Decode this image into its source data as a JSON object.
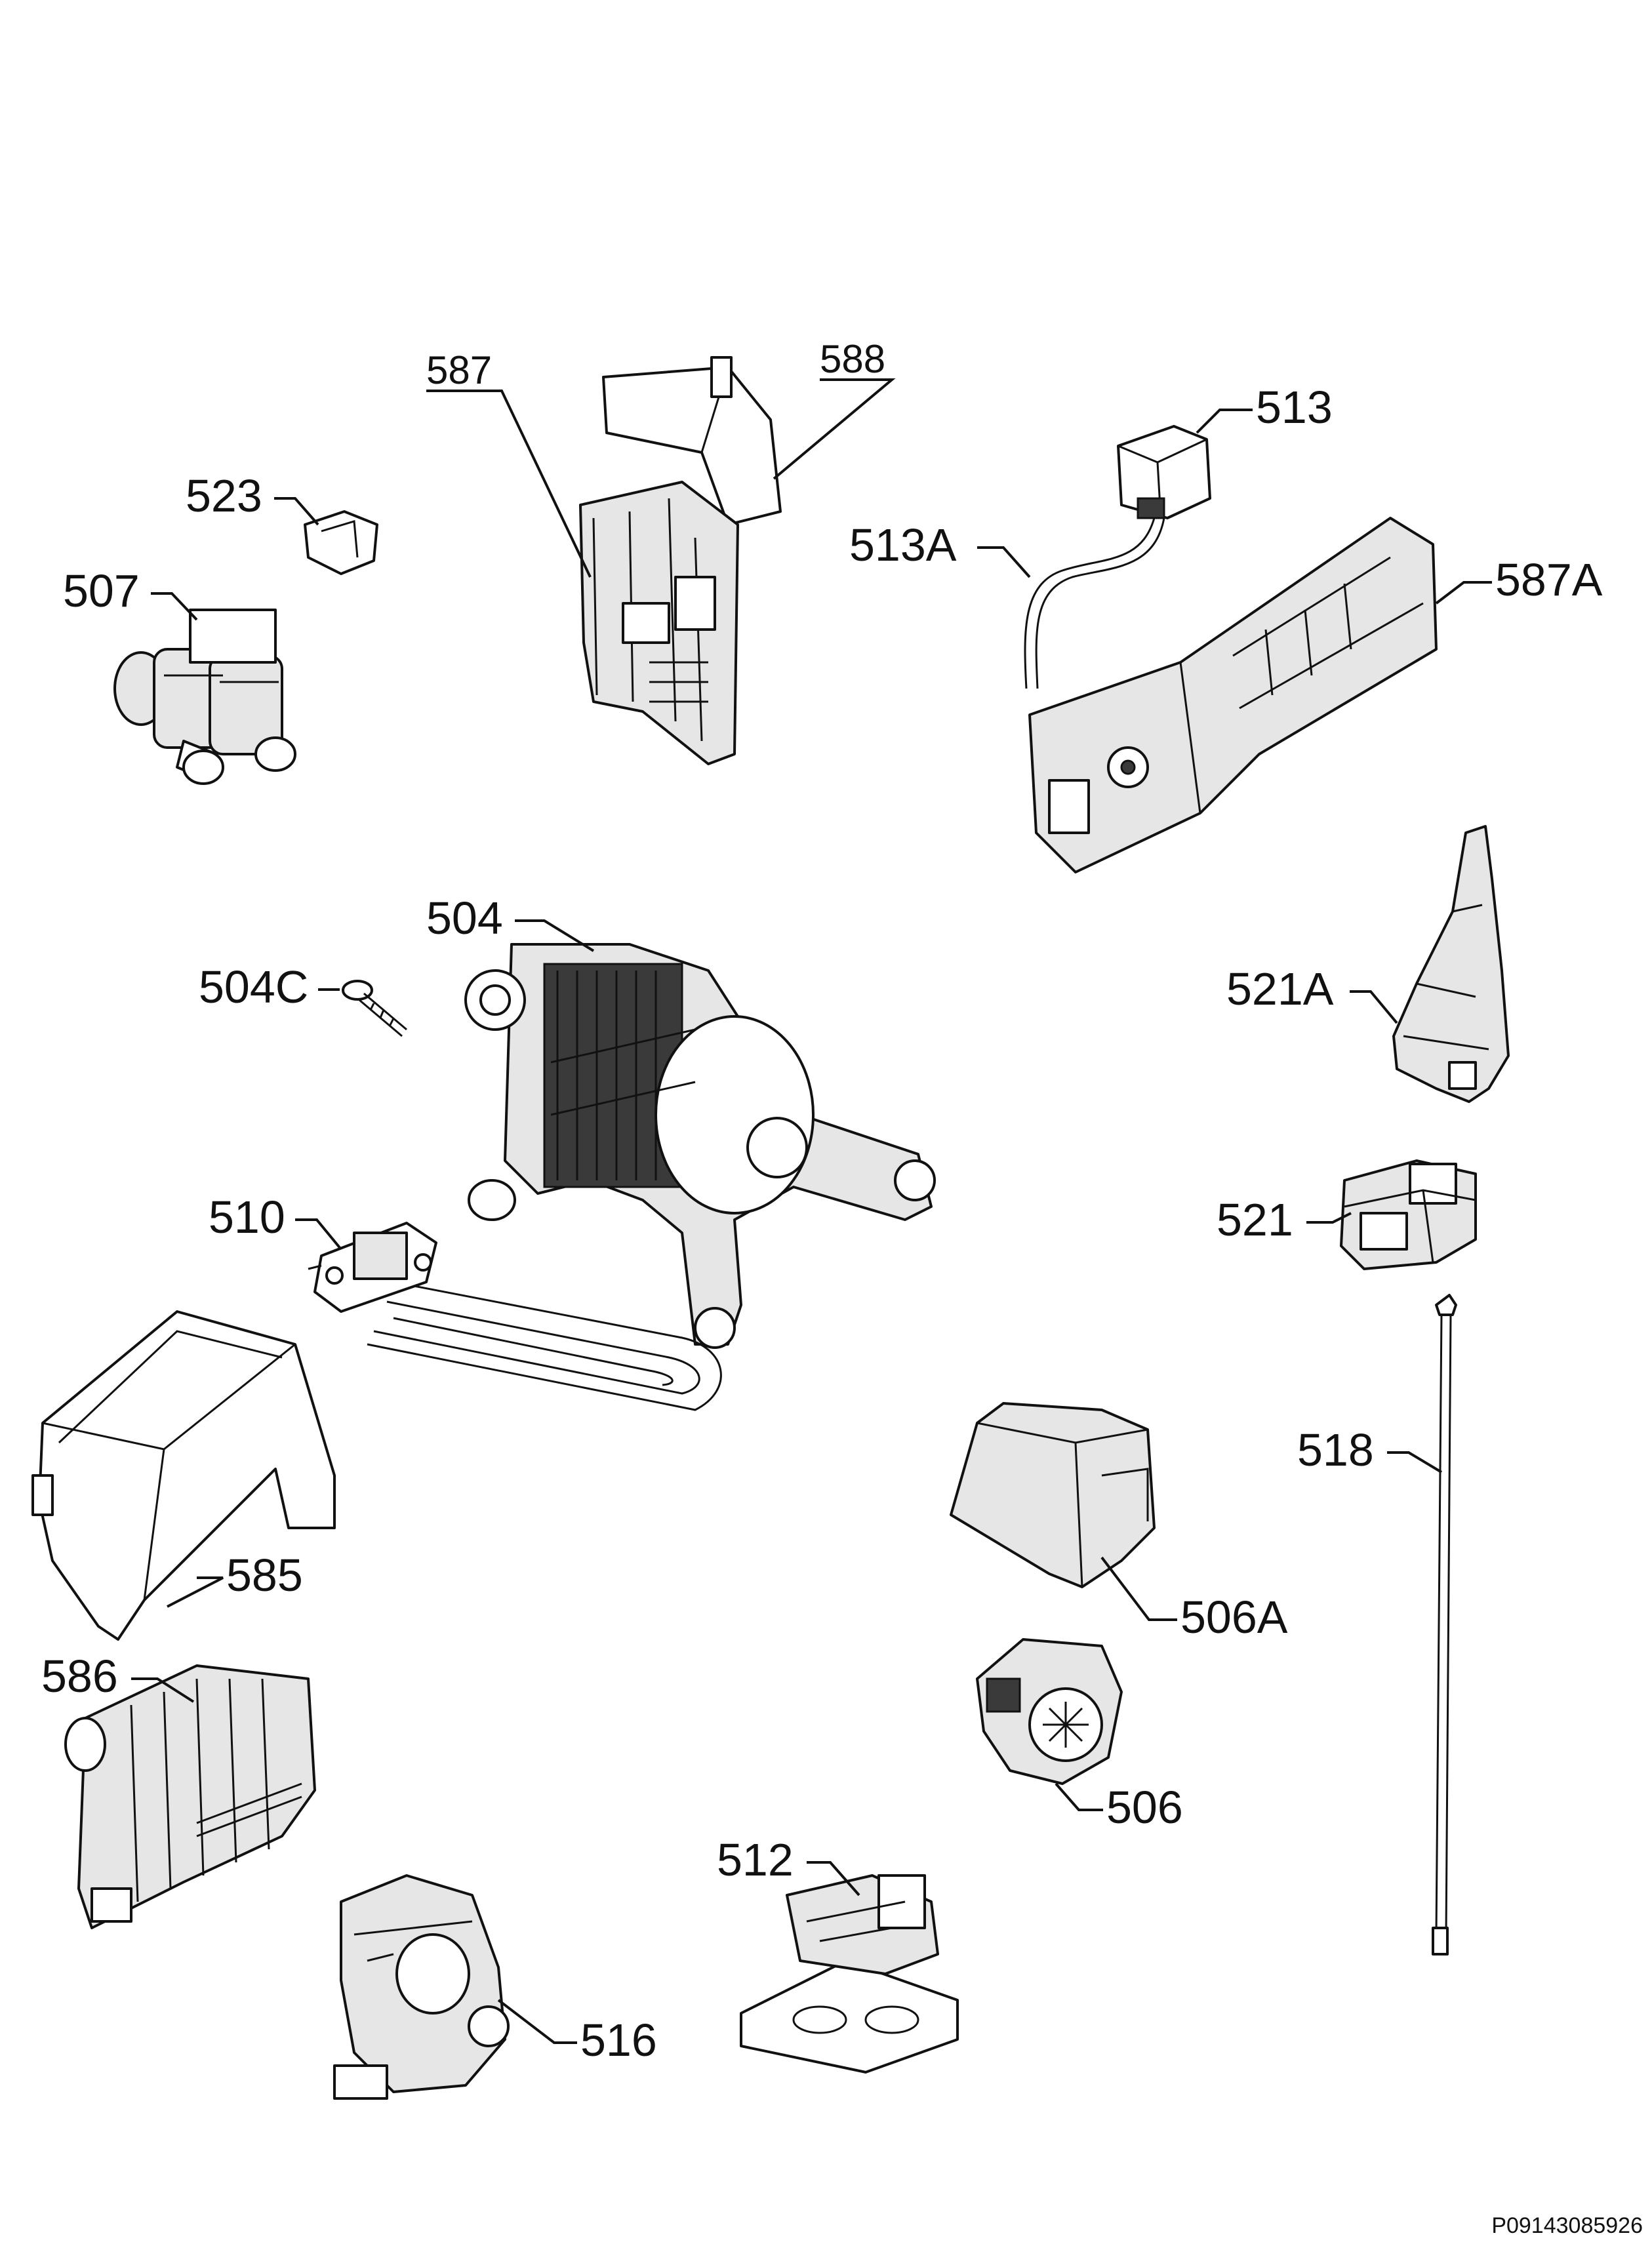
{
  "document_code": "P09143085926",
  "parts": [
    {
      "id": "p587",
      "label": "587",
      "icon": "control-module-housing-icon"
    },
    {
      "id": "p588",
      "label": "588",
      "icon": "module-cover-icon"
    },
    {
      "id": "p513",
      "label": "513",
      "icon": "connector-icon"
    },
    {
      "id": "p523",
      "label": "523",
      "icon": "clip-icon"
    },
    {
      "id": "p507",
      "label": "507",
      "icon": "inlet-valve-icon"
    },
    {
      "id": "p513A",
      "label": "513A",
      "icon": "wire-harness-icon"
    },
    {
      "id": "p587A",
      "label": "587A",
      "icon": "display-board-icon"
    },
    {
      "id": "p504",
      "label": "504",
      "icon": "motor-icon"
    },
    {
      "id": "p504C",
      "label": "504C",
      "icon": "screw-icon"
    },
    {
      "id": "p521A",
      "label": "521A",
      "icon": "door-lock-bracket-icon"
    },
    {
      "id": "p510",
      "label": "510",
      "icon": "heating-element-icon"
    },
    {
      "id": "p521",
      "label": "521",
      "icon": "door-lock-icon"
    },
    {
      "id": "p518",
      "label": "518",
      "icon": "sensor-rod-icon"
    },
    {
      "id": "p585",
      "label": "585",
      "icon": "filter-cover-icon"
    },
    {
      "id": "p506A",
      "label": "506A",
      "icon": "pump-cover-icon"
    },
    {
      "id": "p586",
      "label": "586",
      "icon": "suppressor-filter-icon"
    },
    {
      "id": "p506",
      "label": "506",
      "icon": "drain-pump-icon"
    },
    {
      "id": "p512",
      "label": "512",
      "icon": "pressure-switch-icon"
    },
    {
      "id": "p516",
      "label": "516",
      "icon": "circulation-pump-icon"
    }
  ]
}
